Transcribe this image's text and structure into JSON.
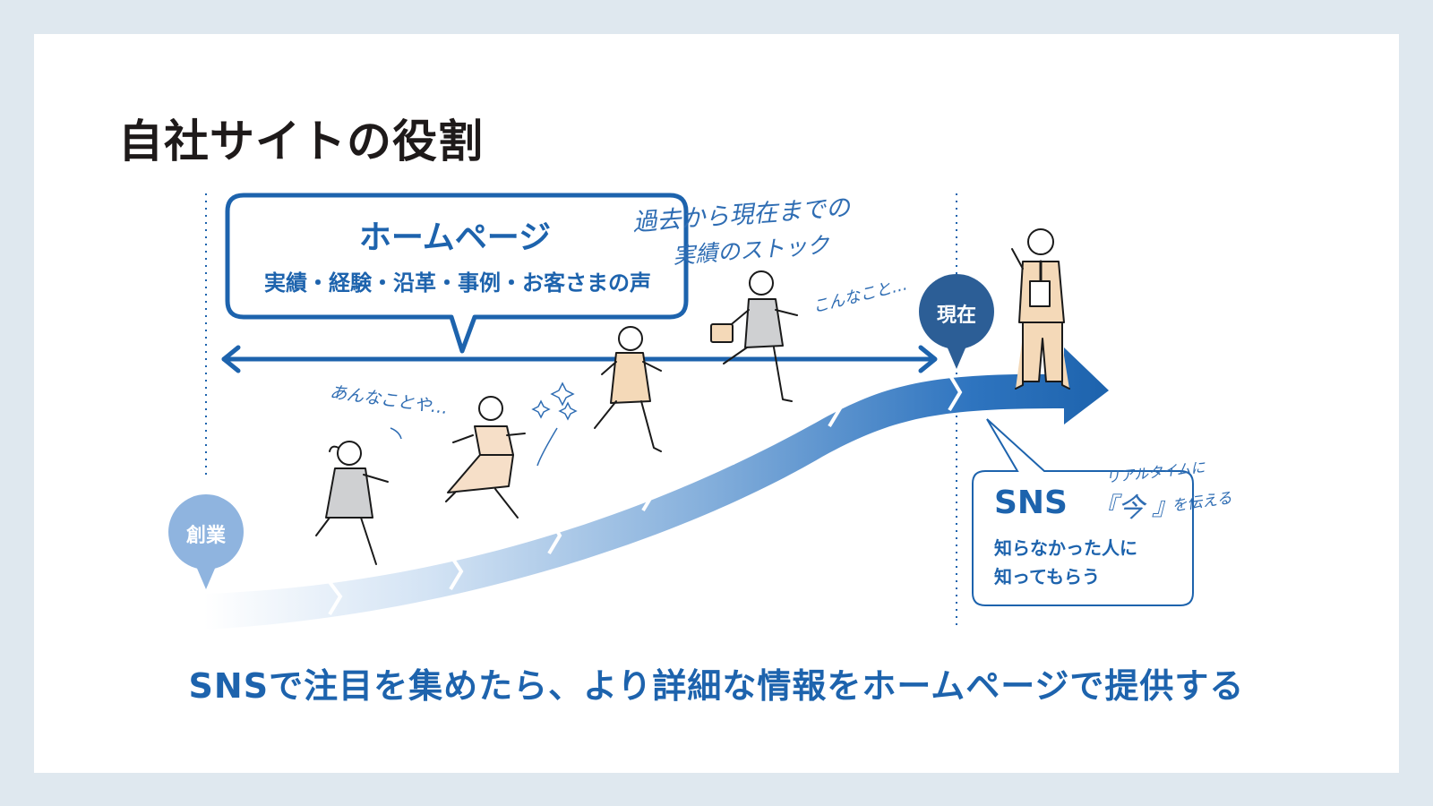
{
  "slide": {
    "title": "自社サイトの役割",
    "homepage": {
      "title": "ホームページ",
      "items": "実績・経験・沿革・事例・お客さまの声"
    },
    "handwritten": {
      "past_stock_line1": "過去から現在までの",
      "past_stock_line2": "実績のストック",
      "konna": "こんなこと…",
      "anna": "あんなことや…",
      "realtime": "リアルタイムに",
      "ima_open": "『",
      "ima": "今",
      "ima_close": "』",
      "tsutaeru": "を伝える"
    },
    "pins": {
      "founding": "創業",
      "present": "現在"
    },
    "sns": {
      "title": "SNS",
      "line1": "知らなかった人に",
      "line2": "知ってもらう"
    },
    "footer": "SNSで注目を集めたら、より詳細な情報をホームページで提供する"
  },
  "colors": {
    "brand_blue": "#1d63ad",
    "light_blue": "#8fb4df",
    "pin_blue": "#2c5e96",
    "title_dark": "#1e1a1a",
    "background": "#dfe8ef"
  }
}
